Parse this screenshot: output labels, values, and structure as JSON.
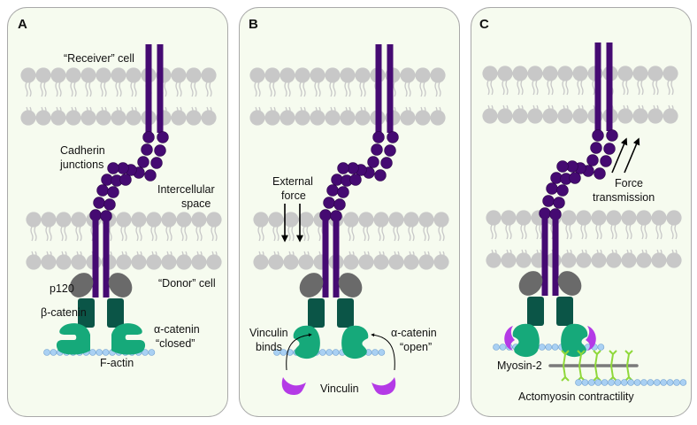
{
  "figure": {
    "description": "Cadherin junction mechanotransduction schematic in three panels",
    "colors": {
      "panel_bg": "#f6fbef",
      "panel_border": "#a9a9a9",
      "lipid": "#c8c8c8",
      "cadherin": "#450a72",
      "p120": "#6a6a6a",
      "beta_catenin": "#0b5547",
      "alpha_catenin": "#16a97a",
      "f_actin": "#a9d0f3",
      "vinculin": "#b43ae6",
      "myosin": "#8fd83a",
      "myosin_rod": "#7a7a7a"
    },
    "panels": [
      {
        "letter": "A",
        "labels": {
          "receiver": "“Receiver” cell",
          "cadherin_1": "Cadherin",
          "cadherin_2": "junctions",
          "intercellular_1": "Intercellular",
          "intercellular_2": "space",
          "donor": "“Donor” cell",
          "p120": "p120",
          "beta": "β-catenin",
          "alpha_1": "α-catenin",
          "alpha_2": "“closed”",
          "factin": "F-actin"
        }
      },
      {
        "letter": "B",
        "labels": {
          "external_1": "External",
          "external_2": "force",
          "vinculin_binds_1": "Vinculin",
          "vinculin_binds_2": "binds",
          "alpha_1": "α-catenin",
          "alpha_2": "“open”",
          "vinculin": "Vinculin"
        }
      },
      {
        "letter": "C",
        "labels": {
          "force_1": "Force",
          "force_2": "transmission",
          "myosin": "Myosin-2",
          "actomyosin": "Actomyosin contractility"
        }
      }
    ]
  }
}
